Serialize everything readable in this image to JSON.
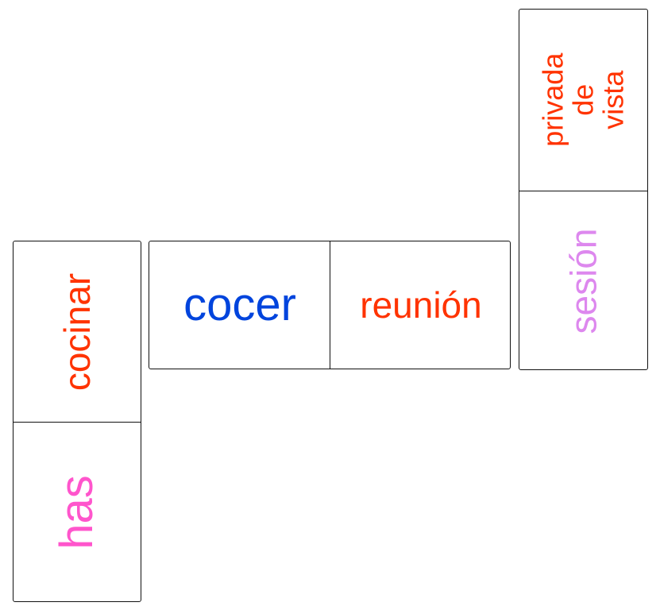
{
  "colors": {
    "orange_red": "#ff3300",
    "blue": "#0044dd",
    "pink": "#ff55cc",
    "lilac": "#dd88ee",
    "border": "#111111"
  },
  "dominoes": [
    {
      "orientation": "vertical",
      "cells": [
        {
          "text": "cocinar",
          "color": "#ff3300"
        },
        {
          "text": "has",
          "color": "#ff55cc"
        }
      ]
    },
    {
      "orientation": "horizontal",
      "cells": [
        {
          "text": "cocer",
          "color": "#0044dd"
        },
        {
          "text": "reunión",
          "color": "#ff3300"
        }
      ]
    },
    {
      "orientation": "vertical",
      "cells": [
        {
          "text": "privada\nde\nvista",
          "color": "#ff3300"
        },
        {
          "text": "sesión",
          "color": "#dd88ee"
        }
      ]
    }
  ]
}
